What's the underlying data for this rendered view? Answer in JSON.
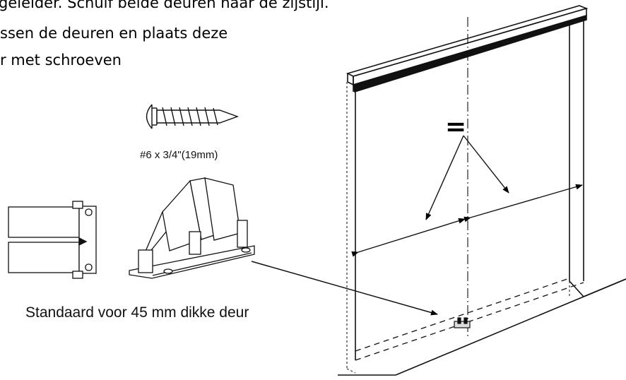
{
  "instructions": {
    "line1": "geleider. Schuif beide deuren naar de zijstijl.",
    "line2": "ssen de deuren en plaats deze",
    "line3": "r met schroeven"
  },
  "screw": {
    "spec": "#6 x 3/4\"(19mm)"
  },
  "caption": "Standaard voor 45 mm dikke deur",
  "equal_sign": "="
}
